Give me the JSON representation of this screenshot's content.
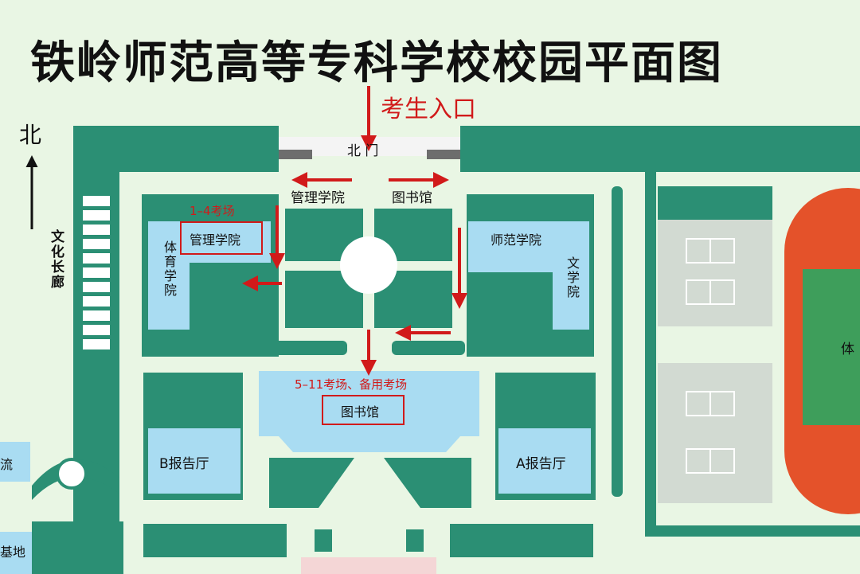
{
  "title": "铁岭师范高等专科学校校园平面图",
  "north_label": "北",
  "entrance_label": "考生入口",
  "gate_label": "北 门",
  "corridor_label": "文化长廊",
  "arrow_labels": {
    "left": "管理学院",
    "right": "图书馆"
  },
  "buildings": {
    "management": "管理学院",
    "sports": "体育学院",
    "normal": "师范学院",
    "literature": "文学院",
    "library": "图书馆",
    "hall_b": "B报告厅",
    "hall_a": "A报告厅",
    "stadium": "体",
    "west_flow": "流",
    "west_base": "基地"
  },
  "exam_rooms": {
    "management": "1–4考场",
    "library": "5–11考场、备用考场"
  },
  "colors": {
    "background": "#e9f6e4",
    "road_green": "#2b8f74",
    "building_blue": "#a9dcf2",
    "court_gray": "#d2dad2",
    "track_orange": "#e4522a",
    "field_green": "#3e9e5b",
    "gate_gray": "#6d6d6d",
    "highlight_red": "#d11a1a"
  }
}
